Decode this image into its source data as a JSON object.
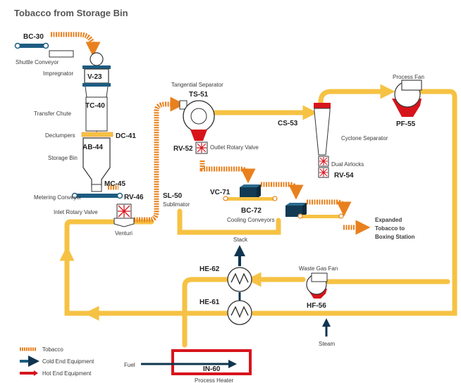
{
  "title": "Tobacco from Storage Bin",
  "equipment": {
    "bc30": "BC-30",
    "v23": "V-23",
    "tc40": "TC-40",
    "dc41": "DC-41",
    "ab44": "AB-44",
    "mc45": "MC-45",
    "rv46": "RV-46",
    "sl50": "SL-50",
    "ts51": "TS-51",
    "rv52": "RV-52",
    "cs53": "CS-53",
    "rv54": "RV-54",
    "pf55": "PF-55",
    "hf56": "HF-56",
    "in60": "IN-60",
    "he61": "HE-61",
    "he62": "HE-62",
    "vc71": "VC-71",
    "bc72": "BC-72"
  },
  "labels": {
    "shuttle": "Shuttle Conveyor",
    "impregnator": "Impregnator",
    "transfer": "Transfer Chute",
    "declumpers": "Declumpers",
    "storage": "Storage Bin",
    "metering": "Metering Conveyor",
    "inlet": "Inlet Rotary Valve",
    "venturi": "Venturi",
    "sublimator": "Sublimator",
    "tangential": "Tangential Separator",
    "outlet": "Outlet Rotary Valve",
    "cyclone": "Cyclone Separator",
    "airlocks": "Dual Airlocks",
    "process_fan": "Process Fan",
    "cooling": "Cooling Conveyors",
    "expanded1": "Expanded",
    "expanded2": "Tobacco to",
    "expanded3": "Boxing Station",
    "stack": "Stack",
    "waste_gas": "Waste Gas Fan",
    "steam": "Steam",
    "fuel": "Fuel",
    "heater": "Process Heater"
  },
  "legend": [
    {
      "label": "Tobacco",
      "color": "#e9801e"
    },
    {
      "label": "Cold End Equipment",
      "color": "#1d5c82"
    },
    {
      "label": "Hot End Equipment",
      "color": "#d7141c"
    }
  ],
  "colors": {
    "tobacco": "#e9801e",
    "gas_flow": "#f6c243",
    "cold_end": "#1d5c82",
    "hot_end": "#d7141c",
    "equipment_outline": "#333333"
  }
}
